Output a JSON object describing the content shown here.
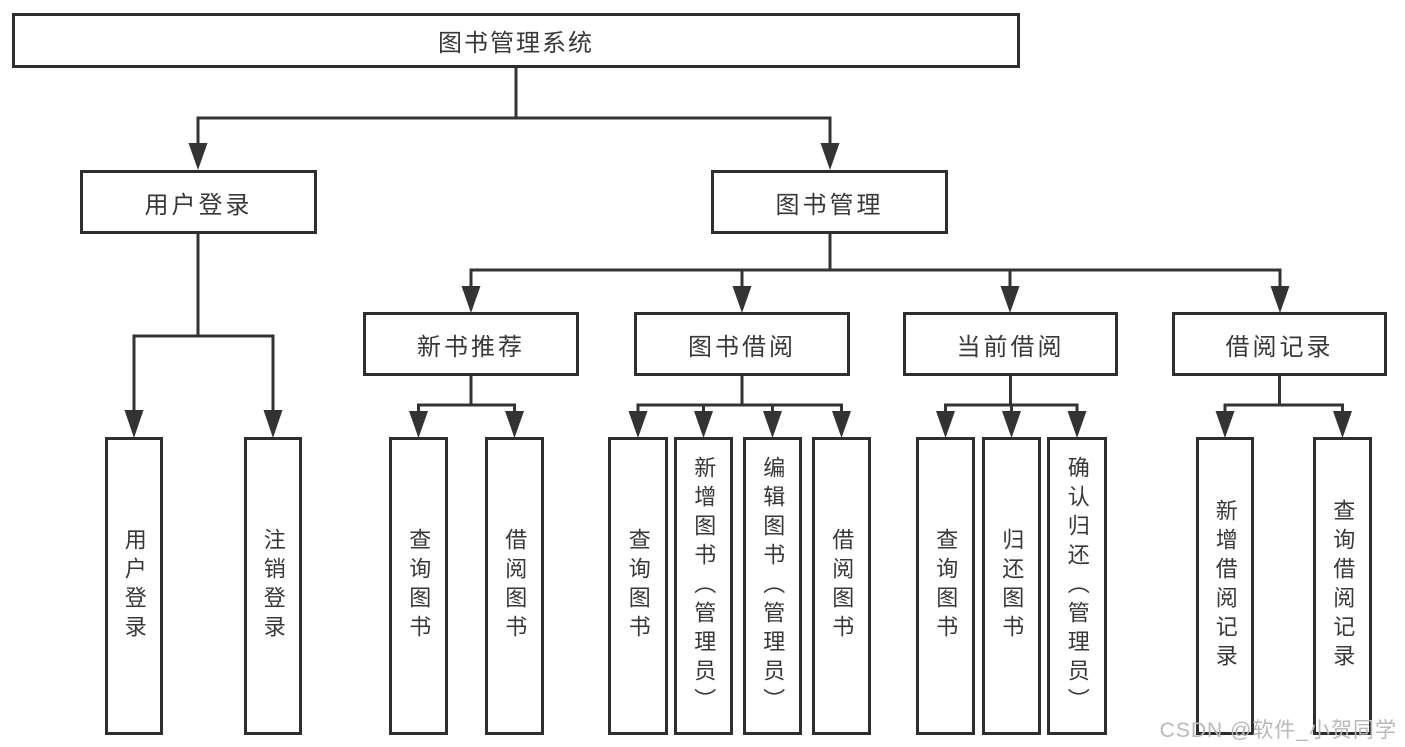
{
  "page": {
    "background": "#ffffff",
    "line_color": "#333333",
    "box_border_color": "#2e2e2e",
    "text_color": "#383838",
    "watermark": "CSDN @软件_小贺同学",
    "watermark_color": "#b9b9b9"
  },
  "tree": {
    "root": {
      "label": "图书管理系统"
    },
    "branches": [
      {
        "label": "用户登录",
        "children": [
          {
            "label": "用户登录"
          },
          {
            "label": "注销登录"
          }
        ]
      },
      {
        "label": "图书管理",
        "children": [
          {
            "label": "新书推荐",
            "children": [
              {
                "label": "查询图书"
              },
              {
                "label": "借阅图书"
              }
            ]
          },
          {
            "label": "图书借阅",
            "children": [
              {
                "label": "查询图书"
              },
              {
                "label": "新增图书（管理员）"
              },
              {
                "label": "编辑图书（管理员）"
              },
              {
                "label": "借阅图书"
              }
            ]
          },
          {
            "label": "当前借阅",
            "children": [
              {
                "label": "查询图书"
              },
              {
                "label": "归还图书"
              },
              {
                "label": "确认归还（管理员）"
              }
            ]
          },
          {
            "label": "借阅记录",
            "children": [
              {
                "label": "新增借阅记录"
              },
              {
                "label": "查询借阅记录"
              }
            ]
          }
        ]
      }
    ]
  }
}
